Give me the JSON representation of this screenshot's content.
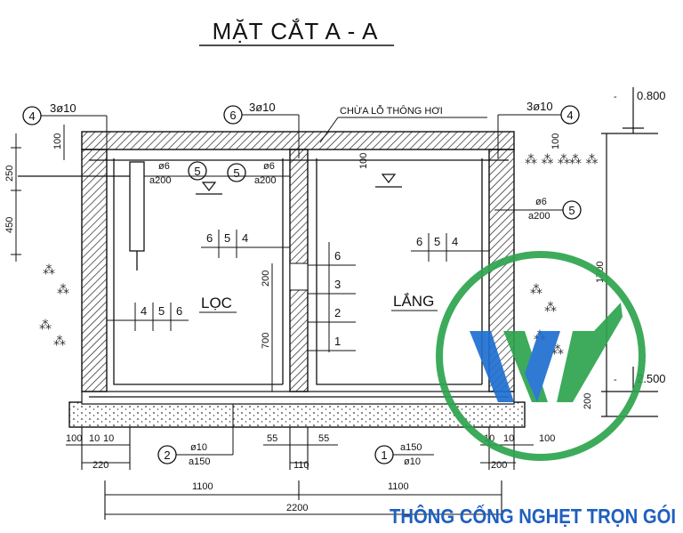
{
  "title": "MẶT CẮT A - A",
  "vent_note": "CHỪA LỖ THÔNG HƠI",
  "rooms": {
    "left": "LỌC",
    "right": "LẮNG"
  },
  "rebar": {
    "top_left": "3ø10",
    "top_mid": "3ø10",
    "top_right": "3ø10",
    "mid_a": "ø6",
    "mid_a2": "a200",
    "mid_b": "ø6",
    "mid_b2": "a200",
    "right_a": "ø6",
    "right_a2": "a200",
    "bottom_left_a": "ø10",
    "bottom_left_b": "a150",
    "bottom_right_a": "a150",
    "bottom_right_b": "ø10"
  },
  "markers": {
    "m4_left": "4",
    "m6_top": "6",
    "m4_right": "4",
    "m5_a": "5",
    "m5_b": "5",
    "m5_right": "5",
    "m2_bottom": "2",
    "m1_bottom": "1"
  },
  "tables": {
    "left_inner": [
      "6",
      "5",
      "4"
    ],
    "right_inner": [
      "6",
      "5",
      "4"
    ],
    "bottom_left": [
      "4",
      "5",
      "6"
    ],
    "stack": [
      "6",
      "3",
      "2",
      "1"
    ]
  },
  "levels": {
    "top": "0.800",
    "bottom": "2.500"
  },
  "dims": {
    "d100_top": "100",
    "d250": "250",
    "d450": "450",
    "d100_right": "100",
    "d1700": "1700",
    "d200_right": "200",
    "d100_mid": "100",
    "d200_mid": "200",
    "d700": "700",
    "d100": "100",
    "d10a": "10",
    "d10b": "10",
    "d220": "220",
    "d55a": "55",
    "d55b": "55",
    "d110": "110",
    "d10c": "10",
    "d10d": "10",
    "d100b": "100",
    "d200b": "200",
    "d1100a": "1100",
    "d1100b": "1100",
    "d2200": "2200"
  },
  "brand": "THÔNG CỐNG NGHẸT TRỌN GÓI",
  "colors": {
    "brand_blue": "#1f5fbf",
    "logo_green": "#2da44e",
    "logo_blue": "#1f6fd1"
  }
}
